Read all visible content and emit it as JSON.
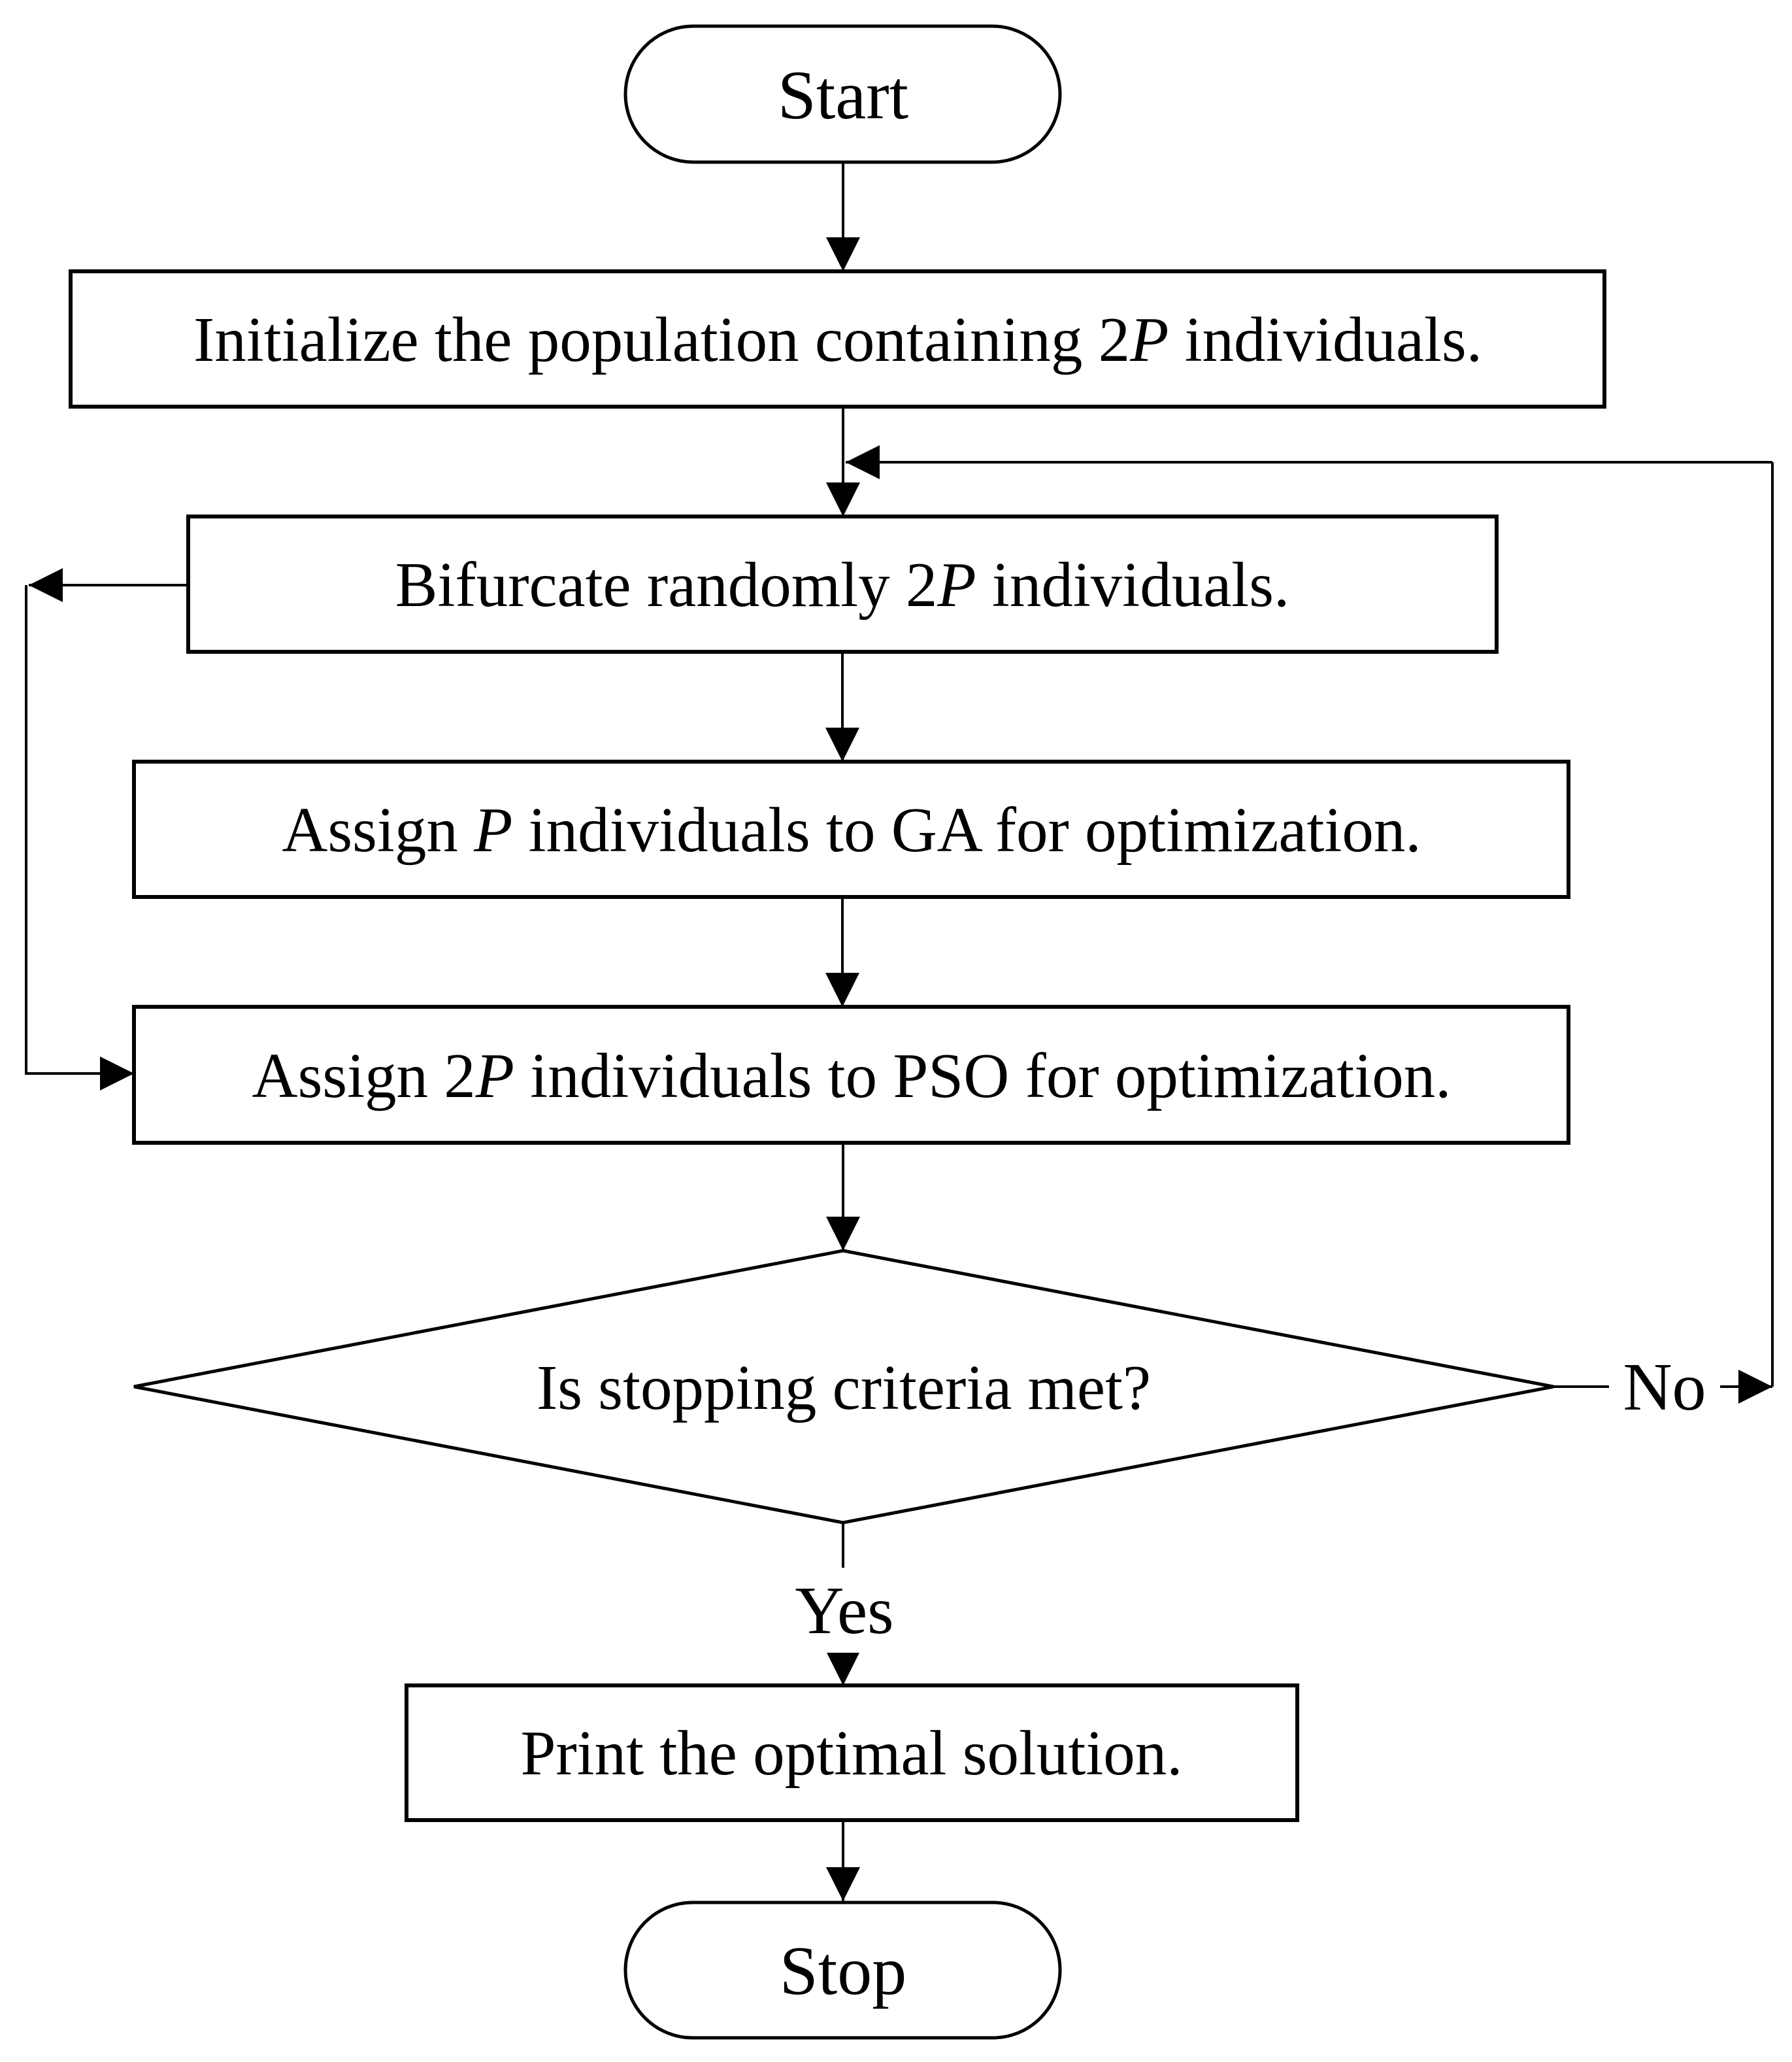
{
  "colors": {
    "ink": "#000000",
    "background": "#ffffff"
  },
  "nodes": {
    "start": {
      "shape": "stadium",
      "label": "Start"
    },
    "initialize": {
      "shape": "process",
      "parts": [
        {
          "t": "Initialize the population containing 2"
        },
        {
          "t": "P",
          "italic": true
        },
        {
          "t": " individuals."
        }
      ]
    },
    "bifurcate": {
      "shape": "process",
      "parts": [
        {
          "t": "Bifurcate randomly 2"
        },
        {
          "t": "P",
          "italic": true
        },
        {
          "t": " individuals."
        }
      ]
    },
    "assign_ga": {
      "shape": "process",
      "parts": [
        {
          "t": "Assign "
        },
        {
          "t": "P",
          "italic": true
        },
        {
          "t": " individuals to GA for optimization."
        }
      ]
    },
    "assign_pso": {
      "shape": "process",
      "parts": [
        {
          "t": "Assign 2"
        },
        {
          "t": "P",
          "italic": true
        },
        {
          "t": " individuals to PSO for optimization."
        }
      ]
    },
    "decision": {
      "shape": "decision",
      "label": "Is stopping criteria met?"
    },
    "print_solution": {
      "shape": "process",
      "label": "Print the optimal solution."
    },
    "stop": {
      "shape": "stadium",
      "label": "Stop"
    }
  },
  "edge_labels": {
    "yes": "Yes",
    "no": "No"
  }
}
